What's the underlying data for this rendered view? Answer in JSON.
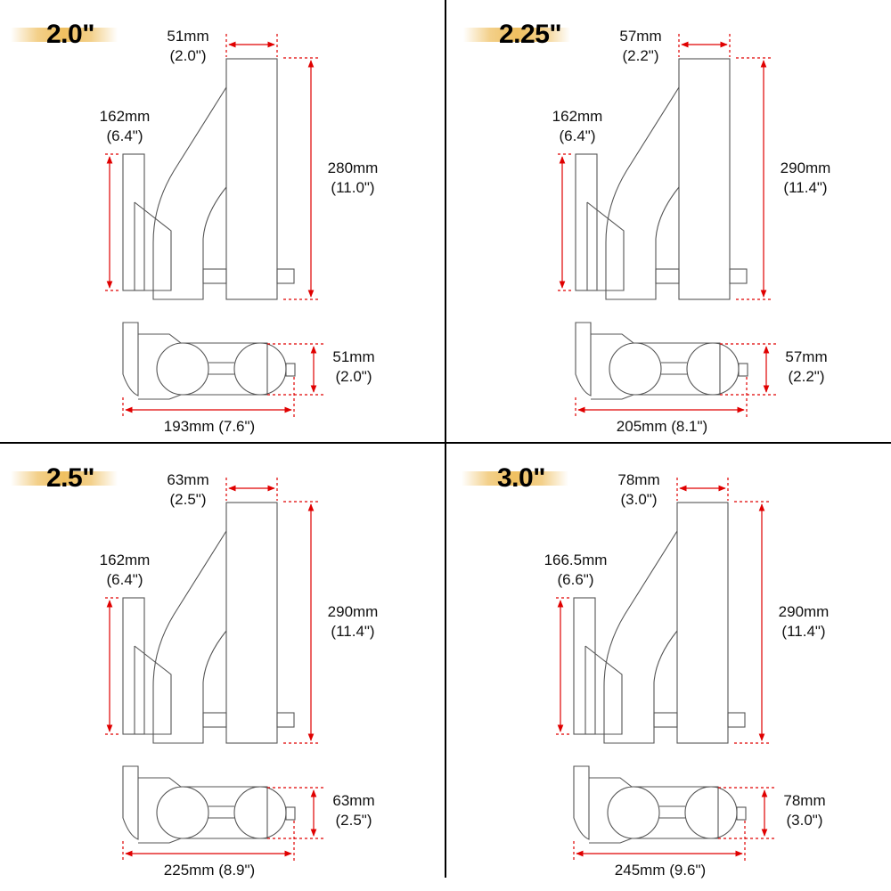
{
  "figure": {
    "line_color": "#555555",
    "dimension_color": "#e00000",
    "badge_color": "#f0c060"
  },
  "quadrants": [
    {
      "size": "2.0\"",
      "top_width": {
        "mm": "51mm",
        "in": "(2.0\")"
      },
      "height": {
        "mm": "280mm",
        "in": "(11.0\")"
      },
      "plate_height": {
        "mm": "162mm",
        "in": "(6.4\")"
      },
      "side_width": {
        "mm": "51mm",
        "in": "(2.0\")"
      },
      "overall_length": "193mm (7.6\")"
    },
    {
      "size": "2.25\"",
      "top_width": {
        "mm": "57mm",
        "in": "(2.2\")"
      },
      "height": {
        "mm": "290mm",
        "in": "(11.4\")"
      },
      "plate_height": {
        "mm": "162mm",
        "in": "(6.4\")"
      },
      "side_width": {
        "mm": "57mm",
        "in": "(2.2\")"
      },
      "overall_length": "205mm (8.1\")"
    },
    {
      "size": "2.5\"",
      "top_width": {
        "mm": "63mm",
        "in": "(2.5\")"
      },
      "height": {
        "mm": "290mm",
        "in": "(11.4\")"
      },
      "plate_height": {
        "mm": "162mm",
        "in": "(6.4\")"
      },
      "side_width": {
        "mm": "63mm",
        "in": "(2.5\")"
      },
      "overall_length": "225mm (8.9\")"
    },
    {
      "size": "3.0\"",
      "top_width": {
        "mm": "78mm",
        "in": "(3.0\")"
      },
      "height": {
        "mm": "290mm",
        "in": "(11.4\")"
      },
      "plate_height": {
        "mm": "166.5mm",
        "in": "(6.6\")"
      },
      "side_width": {
        "mm": "78mm",
        "in": "(3.0\")"
      },
      "overall_length": "245mm (9.6\")"
    }
  ]
}
